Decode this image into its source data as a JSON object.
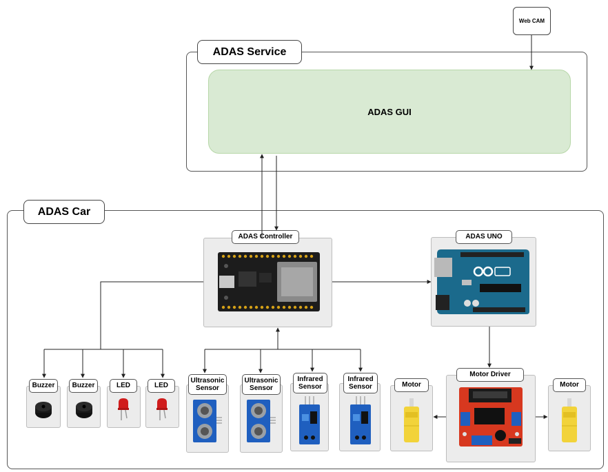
{
  "webcam": {
    "label": "Web CAM"
  },
  "service": {
    "title": "ADAS Service",
    "gui_label": "ADAS GUI"
  },
  "car": {
    "title": "ADAS Car"
  },
  "controller": {
    "label": "ADAS Controller"
  },
  "uno": {
    "label": "ADAS UNO"
  },
  "motor_driver": {
    "label": "Motor Driver"
  },
  "outputs": [
    {
      "label": "Buzzer"
    },
    {
      "label": "Buzzer"
    },
    {
      "label": "LED"
    },
    {
      "label": "LED"
    }
  ],
  "sensors": [
    {
      "label": "Ultrasonic Sensor"
    },
    {
      "label": "Ultrasonic Sensor"
    },
    {
      "label": "Infrared Sensor"
    },
    {
      "label": "Infrared Sensor"
    }
  ],
  "motors": [
    {
      "label": "Motor"
    },
    {
      "label": "Motor"
    }
  ],
  "colors": {
    "gui_fill": "#d9ead3",
    "gui_border": "#b7d7a8",
    "box_fill": "#ececec"
  }
}
